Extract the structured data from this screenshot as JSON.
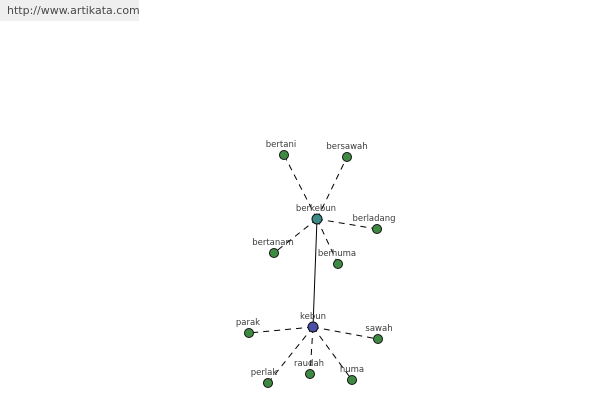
{
  "source": {
    "url_text": "http://www.artikata.com"
  },
  "graph": {
    "colors": {
      "leaf": "#3f8a43",
      "hub": "#3a8a86",
      "root": "#4b4fa8"
    },
    "nodes": [
      {
        "id": "bertani",
        "label": "bertani",
        "kind": "leaf"
      },
      {
        "id": "bersawah",
        "label": "bersawah",
        "kind": "leaf"
      },
      {
        "id": "berkebun",
        "label": "berkebun",
        "kind": "hub"
      },
      {
        "id": "berladang",
        "label": "berladang",
        "kind": "leaf"
      },
      {
        "id": "bertanam",
        "label": "bertanam",
        "kind": "leaf"
      },
      {
        "id": "berhuma",
        "label": "berhuma",
        "kind": "leaf"
      },
      {
        "id": "kebun",
        "label": "kebun",
        "kind": "root"
      },
      {
        "id": "parak",
        "label": "parak",
        "kind": "leaf"
      },
      {
        "id": "sawah",
        "label": "sawah",
        "kind": "leaf"
      },
      {
        "id": "raudah",
        "label": "raudah",
        "kind": "leaf"
      },
      {
        "id": "perlak",
        "label": "perlak",
        "kind": "leaf"
      },
      {
        "id": "huma",
        "label": "huma",
        "kind": "leaf"
      }
    ],
    "edges": [
      {
        "from": "berkebun",
        "to": "bertani",
        "style": "dashed"
      },
      {
        "from": "berkebun",
        "to": "bersawah",
        "style": "dashed"
      },
      {
        "from": "berkebun",
        "to": "berladang",
        "style": "dashed"
      },
      {
        "from": "berkebun",
        "to": "bertanam",
        "style": "dashed"
      },
      {
        "from": "berkebun",
        "to": "berhuma",
        "style": "dashed"
      },
      {
        "from": "berkebun",
        "to": "kebun",
        "style": "solid"
      },
      {
        "from": "kebun",
        "to": "parak",
        "style": "dashed"
      },
      {
        "from": "kebun",
        "to": "sawah",
        "style": "dashed"
      },
      {
        "from": "kebun",
        "to": "raudah",
        "style": "dashed"
      },
      {
        "from": "kebun",
        "to": "perlak",
        "style": "dashed"
      },
      {
        "from": "kebun",
        "to": "huma",
        "style": "dashed"
      }
    ]
  }
}
